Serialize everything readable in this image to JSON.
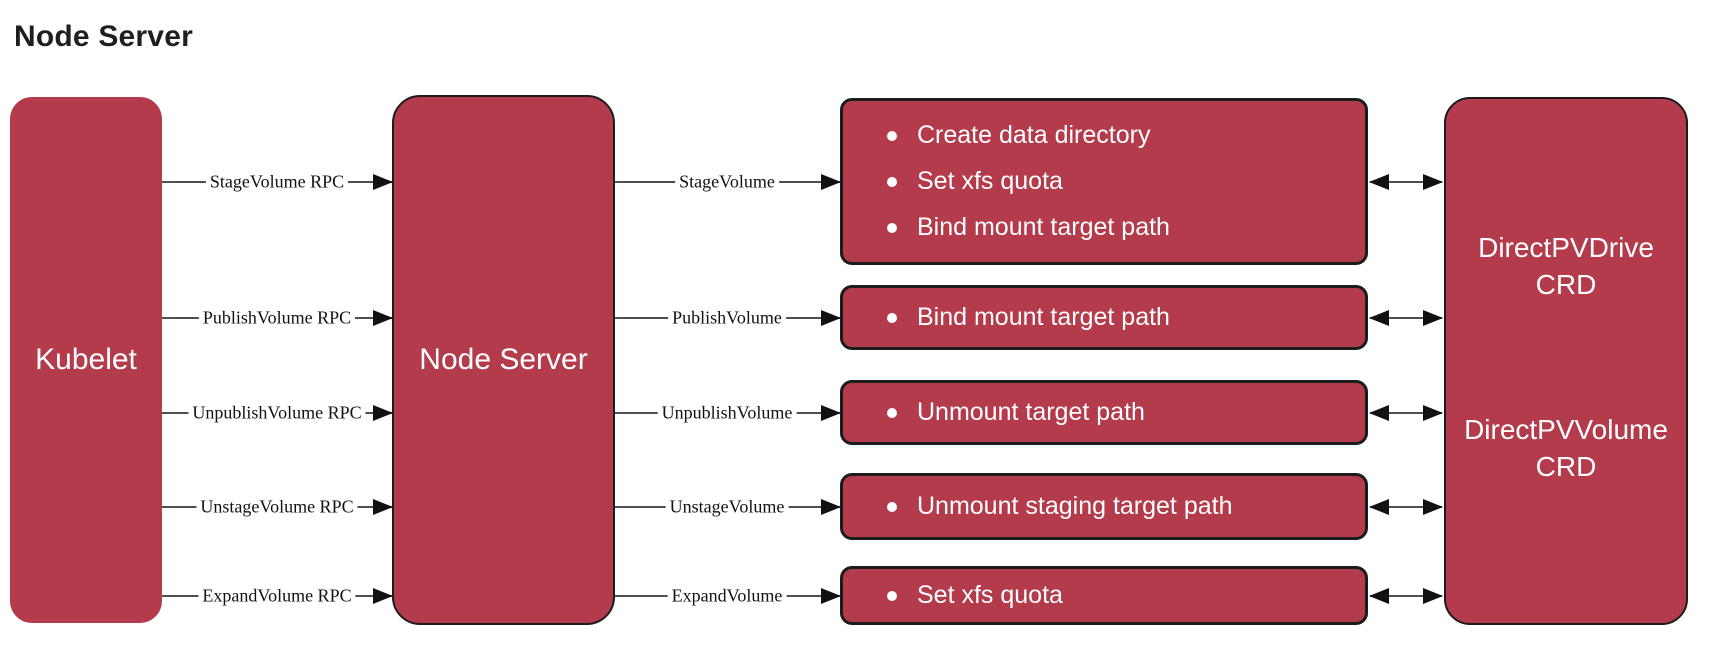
{
  "title": "Node Server",
  "colors": {
    "box_fill": "#b43b4b",
    "box_border": "#1c1c1c",
    "box_text": "#ffffff",
    "line_color": "#4f4f4f",
    "arrow_color": "#111111",
    "label_color": "#111111",
    "title_color": "#1f1f1f",
    "canvas_bg": "#ffffff"
  },
  "nodes": {
    "kubelet": {
      "label": "Kubelet"
    },
    "node_server": {
      "label": "Node Server"
    },
    "crd": {
      "labels": [
        "DirectPVDrive CRD",
        "DirectPVVolume CRD"
      ]
    }
  },
  "rows": [
    {
      "rpc_label": "StageVolume RPC",
      "call_label": "StageVolume",
      "actions": [
        "Create data directory",
        "Set xfs quota",
        "Bind mount target path"
      ]
    },
    {
      "rpc_label": "PublishVolume RPC",
      "call_label": "PublishVolume",
      "actions": [
        "Bind mount target path"
      ]
    },
    {
      "rpc_label": "UnpublishVolume RPC",
      "call_label": "UnpublishVolume",
      "actions": [
        "Unmount target path"
      ]
    },
    {
      "rpc_label": "UnstageVolume RPC",
      "call_label": "UnstageVolume",
      "actions": [
        "Unmount staging target path"
      ]
    },
    {
      "rpc_label": "ExpandVolume RPC",
      "call_label": "ExpandVolume",
      "actions": [
        "Set xfs quota"
      ]
    }
  ]
}
